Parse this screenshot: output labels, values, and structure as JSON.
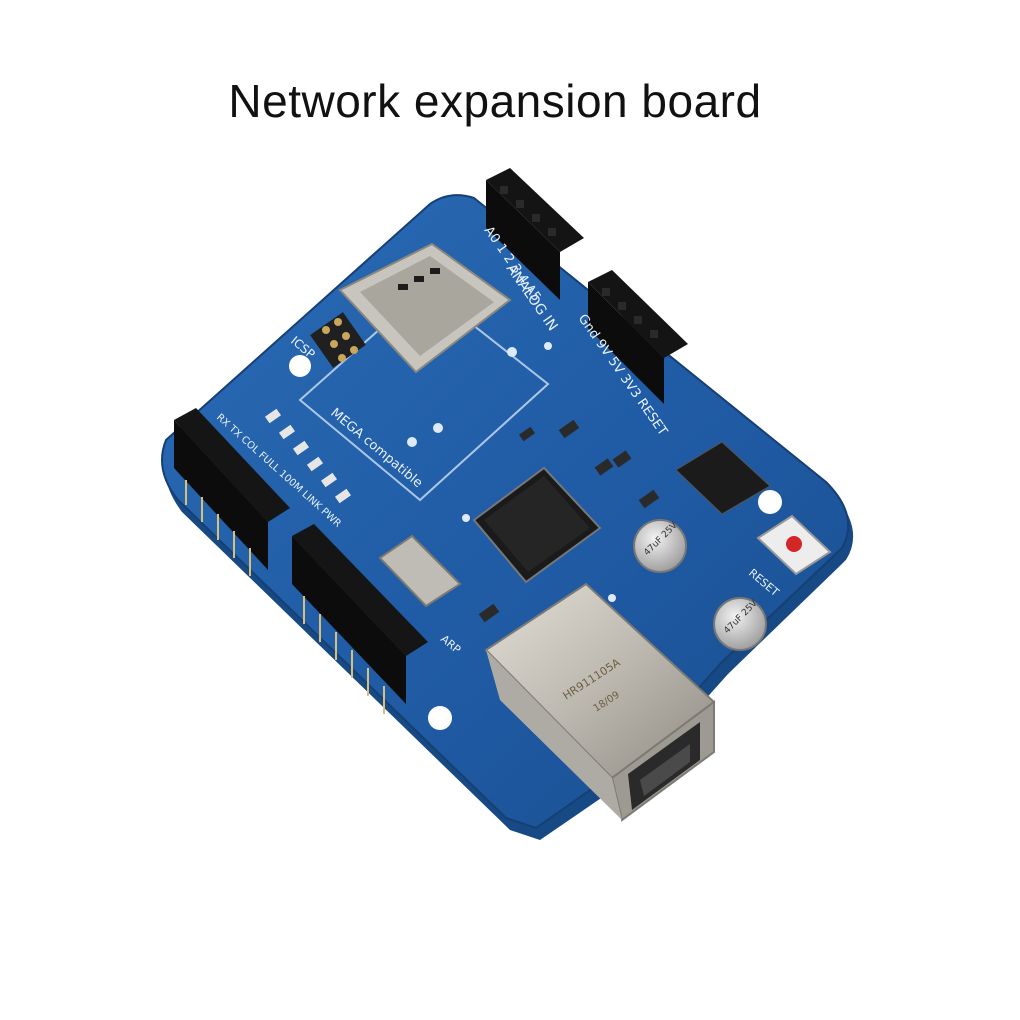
{
  "caption": "Network expansion board",
  "board": {
    "labels": {
      "analog_in": "ANALOG IN",
      "analog_pins": "A0 1 2 3 4 A5",
      "power_pins": "Gnd 9V 5V 3V3 RESET",
      "mega": "MEGA compatible",
      "icsp": "ICSP",
      "reset": "RESET",
      "arp": "ARP",
      "leds": "RX TX COL FULL 100M LINK PWR",
      "cap_value": "47uF 25V",
      "jack_top": "HR911105A",
      "jack_bottom": "18/09"
    }
  },
  "colors": {
    "pcb": "#1f5aa3",
    "pcb_edge": "#173f75",
    "header": "#141414",
    "jack": "#c9c6bf",
    "button": "#d32626"
  }
}
